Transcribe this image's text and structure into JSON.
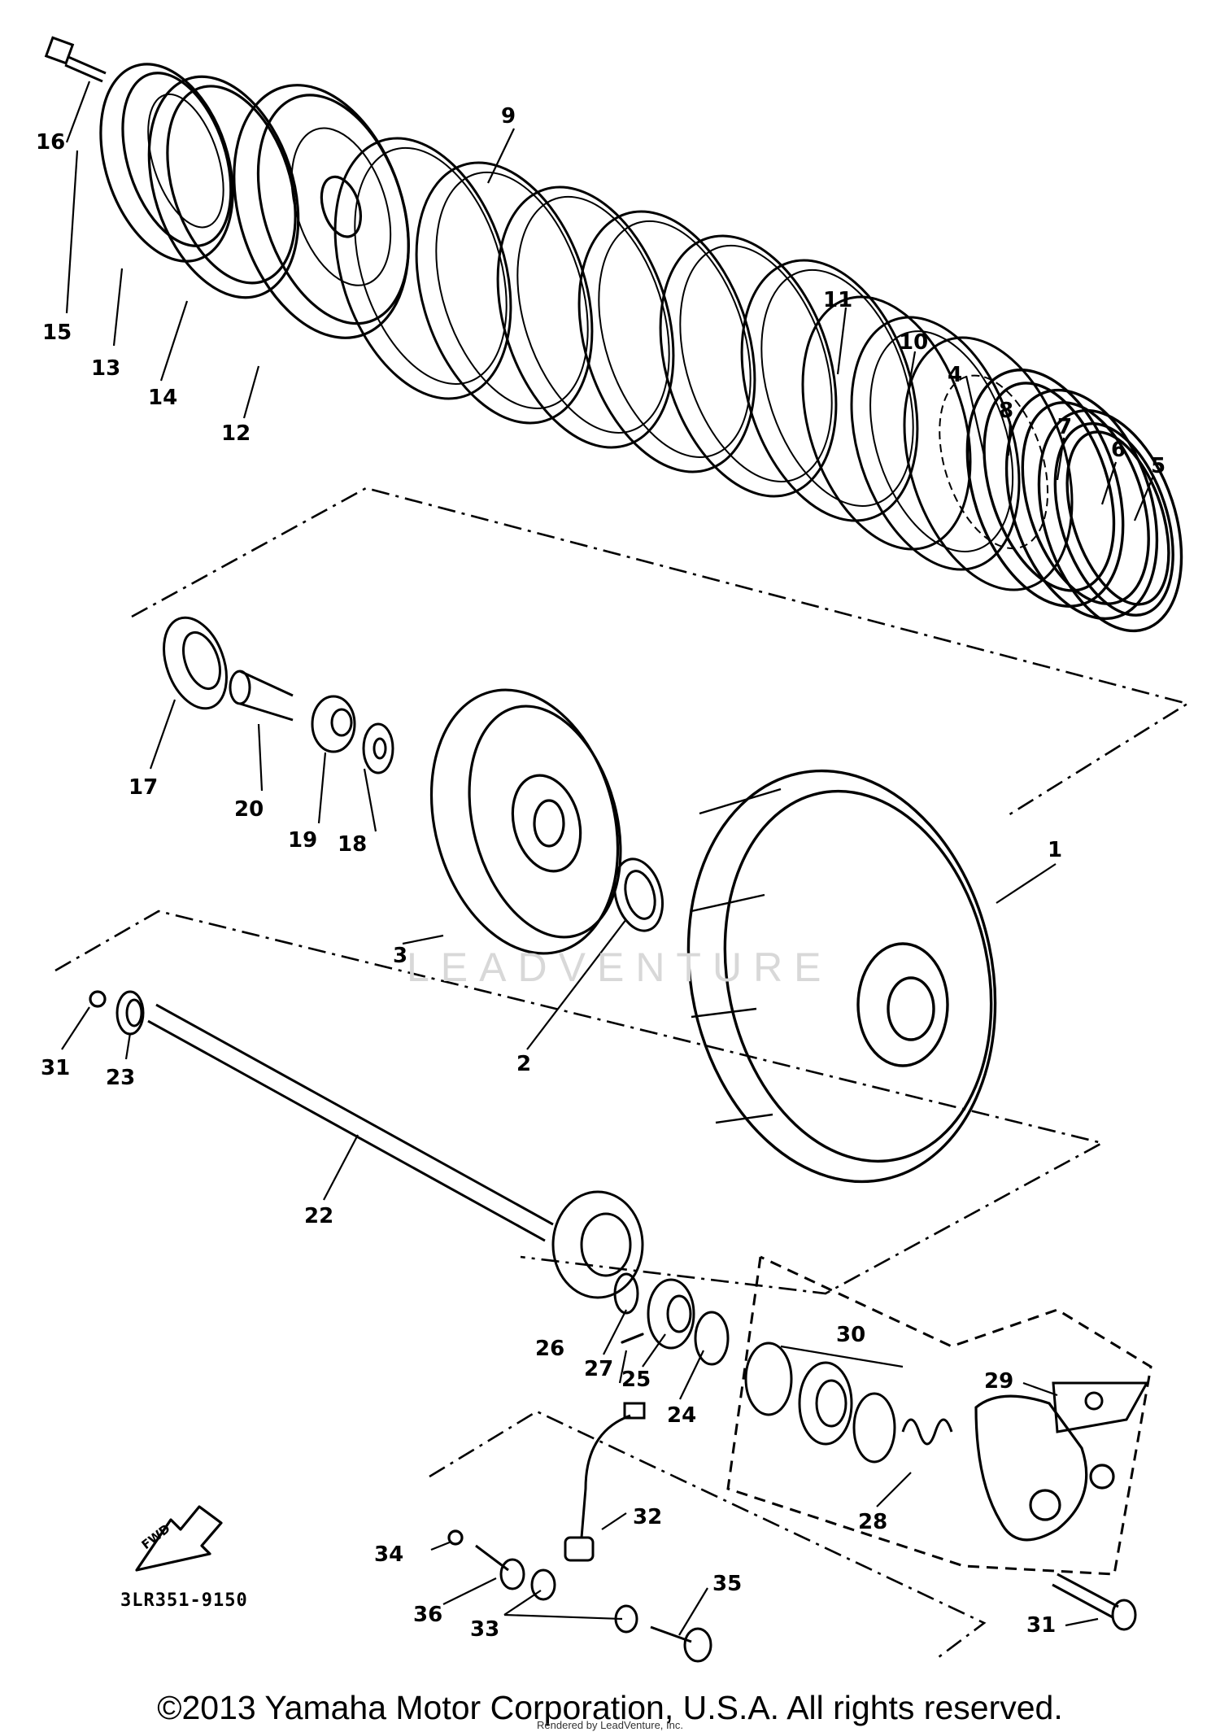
{
  "callouts": [
    {
      "id": "1",
      "label": "1"
    },
    {
      "id": "2",
      "label": "2"
    },
    {
      "id": "3",
      "label": "3"
    },
    {
      "id": "4",
      "label": "4"
    },
    {
      "id": "5",
      "label": "5"
    },
    {
      "id": "6",
      "label": "6"
    },
    {
      "id": "7",
      "label": "7"
    },
    {
      "id": "8",
      "label": "8"
    },
    {
      "id": "9",
      "label": "9"
    },
    {
      "id": "10",
      "label": "10"
    },
    {
      "id": "11",
      "label": "11"
    },
    {
      "id": "12",
      "label": "12"
    },
    {
      "id": "13",
      "label": "13"
    },
    {
      "id": "14",
      "label": "14"
    },
    {
      "id": "15",
      "label": "15"
    },
    {
      "id": "16",
      "label": "16"
    },
    {
      "id": "17",
      "label": "17"
    },
    {
      "id": "18",
      "label": "18"
    },
    {
      "id": "19",
      "label": "19"
    },
    {
      "id": "20",
      "label": "20"
    },
    {
      "id": "22",
      "label": "22"
    },
    {
      "id": "23",
      "label": "23"
    },
    {
      "id": "24",
      "label": "24"
    },
    {
      "id": "25",
      "label": "25"
    },
    {
      "id": "26",
      "label": "26"
    },
    {
      "id": "27",
      "label": "27"
    },
    {
      "id": "28",
      "label": "28"
    },
    {
      "id": "29",
      "label": "29"
    },
    {
      "id": "30",
      "label": "30"
    },
    {
      "id": "31a",
      "label": "31"
    },
    {
      "id": "31b",
      "label": "31"
    },
    {
      "id": "32",
      "label": "32"
    },
    {
      "id": "33",
      "label": "33"
    },
    {
      "id": "34",
      "label": "34"
    },
    {
      "id": "35",
      "label": "35"
    },
    {
      "id": "36",
      "label": "36"
    }
  ],
  "catalog_code": "3LR351-9150",
  "fwd_arrow_label": "FWD",
  "watermark": "LEADVENTURE",
  "copyright": "©2013 Yamaha Motor Corporation, U.S.A. All rights reserved.",
  "rendered_by": "Rendered by LeadVenture, Inc."
}
